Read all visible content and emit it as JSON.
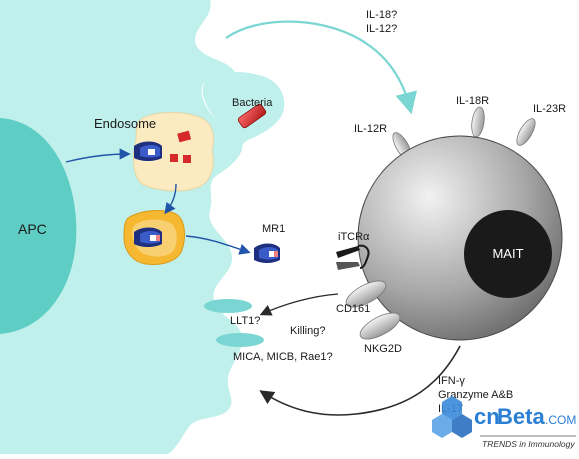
{
  "labels": {
    "il18_q": "IL-18?",
    "il12_q": "IL-12?",
    "bacteria": "Bacteria",
    "endosome": "Endosome",
    "apc": "APC",
    "il12r": "IL-12R",
    "il18r": "IL-18R",
    "il23r": "IL-23R",
    "mr1": "MR1",
    "itcr": "iTCRα",
    "mait": "MAIT",
    "llt1": "LLT1?",
    "cd161": "CD161",
    "killing": "Killing?",
    "mica": "MICA, MICB, Rae1?",
    "nkg2d": "NKG2D",
    "ifng": "IFN-γ",
    "granzyme": "Granzyme A&B",
    "il17": "IL-17"
  },
  "watermark": {
    "cn": "cn",
    "beta": "Beta",
    "com": ".COM"
  },
  "footer": {
    "source": "TRENDS in Immunology"
  },
  "colors": {
    "apc_cell": "#bff0ec",
    "apc_nucleus": "#5ecdc3",
    "endosome": "#fcebc0",
    "mr1_compartment": "#f5b830",
    "mait_gradient_light": "#e8e8e8",
    "mait_gradient_dark": "#6a6a6a",
    "mait_nucleus": "#1a1a1a",
    "arrow_blue": "#2255aa",
    "arrow_cyan": "#7ad6d3",
    "ligand": "#7ad6d3",
    "mr1_dark": "#1e2f80",
    "bacteria_red": "#d62a2a"
  }
}
